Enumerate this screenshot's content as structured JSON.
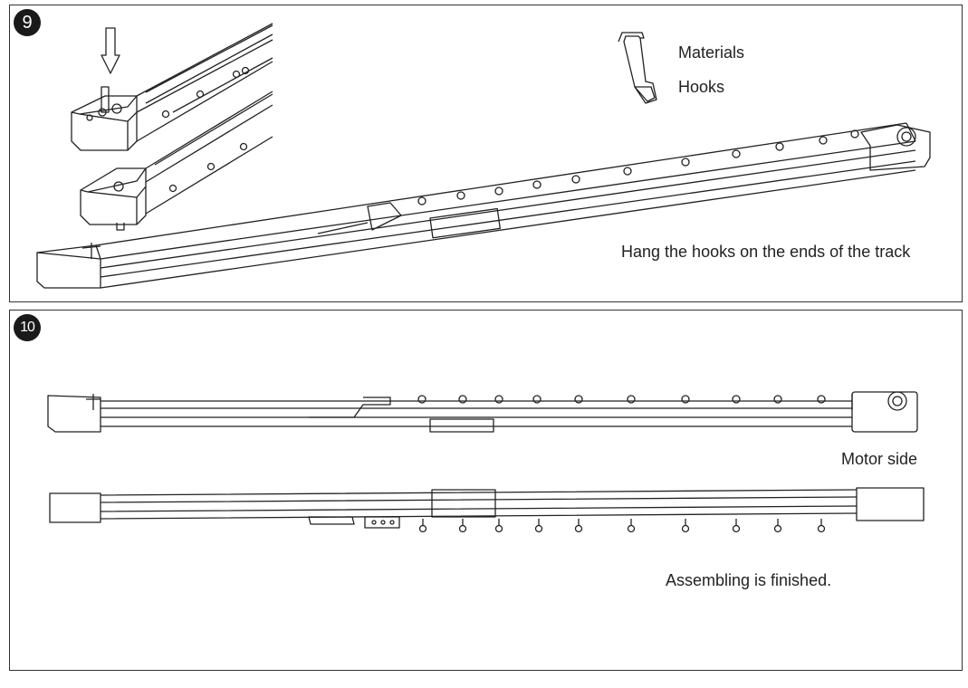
{
  "step9": {
    "number": "9",
    "materials_label": "Materials",
    "hooks_label": "Hooks",
    "instruction": "Hang the hooks on the ends of the track"
  },
  "step10": {
    "number": "10",
    "motor_side_label": "Motor side",
    "finished_label": "Assembling is finished."
  }
}
